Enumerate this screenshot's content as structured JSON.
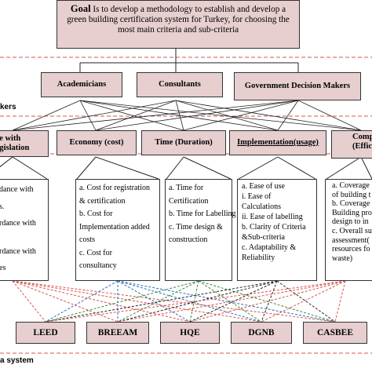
{
  "goal": {
    "label": "Goal",
    "text": " Is to develop a methodology to establish and develop a green building certification system for Turkey, for choosing the most main criteria and sub-criteria"
  },
  "decision_makers": [
    "Academicians",
    "Consultants",
    "Government Decision Makers"
  ],
  "level_labels": {
    "decision_makers": "kers",
    "system": "a system"
  },
  "criteria": [
    {
      "label": "re with\negislation",
      "underline": false
    },
    {
      "label": "Economy (cost)",
      "underline": false
    },
    {
      "label": "Time (Duration)",
      "underline": false
    },
    {
      "label": "Implementation(usage)",
      "underline": true
    },
    {
      "label": "Comp\n(Effici",
      "underline": false
    }
  ],
  "subcriteria": [
    [
      "dance with",
      "s.",
      "rdance with",
      "rdance with",
      "es"
    ],
    [
      "a. Cost for registration",
      "& certification",
      "b. Cost for",
      "Implementation added",
      "costs",
      "c. Cost for",
      "consultancy"
    ],
    [
      "a. Time for",
      "Certification",
      "b. Time for Labelling",
      "c. Time design &",
      "construction"
    ],
    [
      "a. Ease of use",
      "i. Ease of",
      "Calculations",
      "ii. Ease of labelling",
      "b. Clarity of Criteria",
      "&Sub-criteria",
      "c. Adaptability &",
      "Reliability"
    ],
    [
      "a. Coverage",
      "of building t",
      "b. Coverage",
      "Building pro",
      "design to in",
      "c. Overall su",
      "assessment(",
      "resources fo",
      "waste)"
    ]
  ],
  "alternatives": [
    "LEED",
    "BREEAM",
    "HQE",
    "DGNB",
    "CASBEE"
  ],
  "colors": {
    "box_fill": "#e7cfcf",
    "dash_red": "#d9534f",
    "dash_blue": "#2a6db5",
    "dash_green": "#3d8b3d",
    "dash_black": "#222222",
    "border": "#333333"
  }
}
